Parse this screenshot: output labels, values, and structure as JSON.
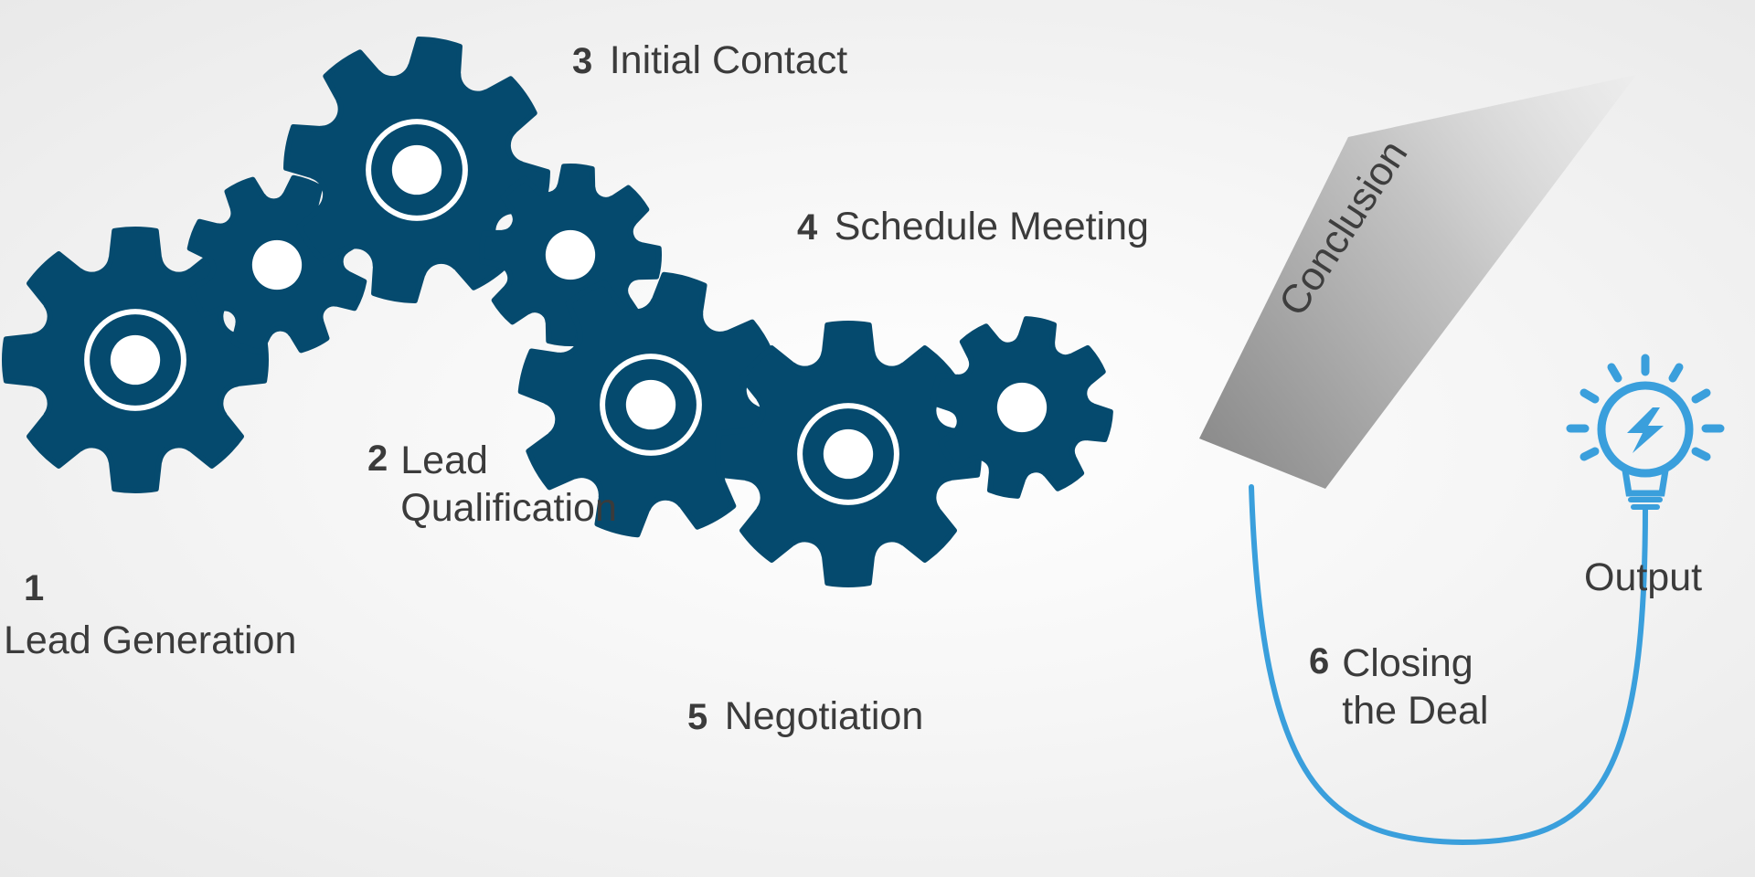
{
  "steps": [
    {
      "number": "1",
      "label": "Lead Generation"
    },
    {
      "number": "2",
      "label": "Lead\nQualification"
    },
    {
      "number": "3",
      "label": "Initial Contact"
    },
    {
      "number": "4",
      "label": "Schedule Meeting"
    },
    {
      "number": "5",
      "label": "Negotiation"
    },
    {
      "number": "6",
      "label": "Closing\nthe Deal"
    }
  ],
  "conclusion_label": "Conclusion",
  "output_label": "Output",
  "colors": {
    "gear": "#054a6e",
    "cable": "#3a9fdc",
    "text": "#3b3b3b",
    "beam_dark": "#888888",
    "beam_light": "#e8e8e8"
  },
  "icons": [
    "gear-icon",
    "lightbulb-icon",
    "lightning-bolt-icon"
  ]
}
